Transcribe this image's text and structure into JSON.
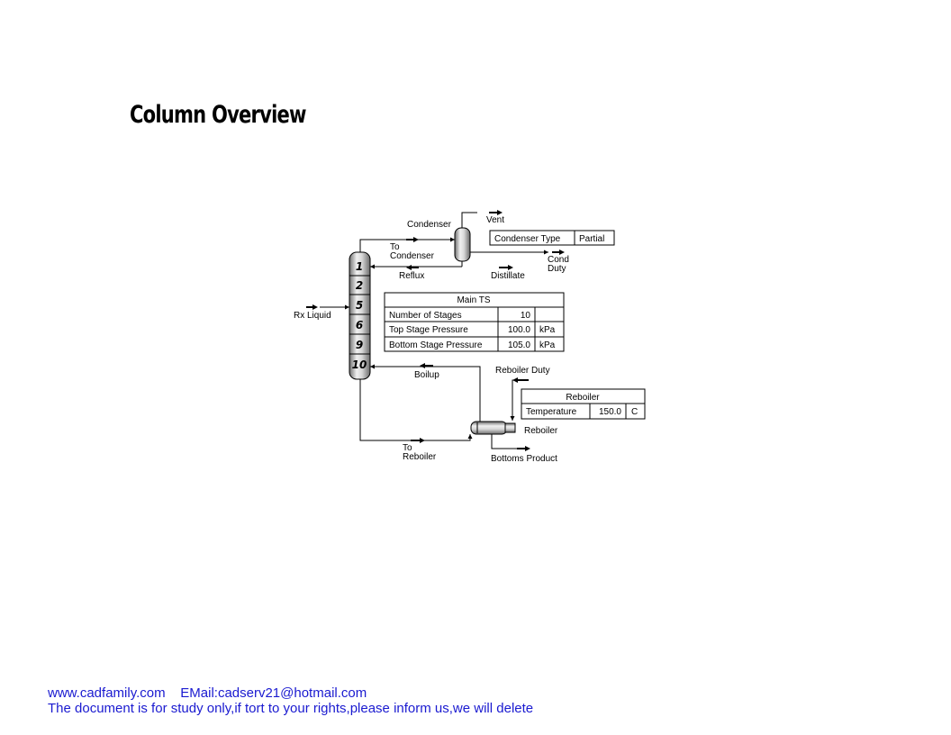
{
  "page": {
    "title": "Column Overview"
  },
  "diagram": {
    "labels": {
      "condenser": "Condenser",
      "vent": "Vent",
      "to_condenser_1": "To",
      "to_condenser_2": "Condenser",
      "reflux": "Reflux",
      "distillate": "Distillate",
      "cond_duty_1": "Cond",
      "cond_duty_2": "Duty",
      "rx_liquid": "Rx Liquid",
      "boilup": "Boilup",
      "reboiler_duty": "Reboiler Duty",
      "reboiler": "Reboiler",
      "to_reboiler_1": "To",
      "to_reboiler_2": "Reboiler",
      "bottoms_product": "Bottoms Product"
    },
    "stages": [
      "1",
      "2",
      "5",
      "6",
      "9",
      "10"
    ],
    "condenser_table": {
      "label": "Condenser Type",
      "value": "Partial"
    },
    "main_ts_table": {
      "header": "Main TS",
      "rows": [
        {
          "label": "Number of Stages",
          "value": "10",
          "unit": ""
        },
        {
          "label": "Top Stage Pressure",
          "value": "100.0",
          "unit": "kPa"
        },
        {
          "label": "Bottom Stage Pressure",
          "value": "105.0",
          "unit": "kPa"
        }
      ]
    },
    "reboiler_table": {
      "header": "Reboiler",
      "rows": [
        {
          "label": "Temperature",
          "value": "150.0",
          "unit": "C"
        }
      ]
    }
  },
  "footer": {
    "website": "www.cadfamily.com",
    "email": "EMail:cadserv21@hotmail.com",
    "notice": "The document is for study only,if tort to your rights,please inform us,we will delete"
  }
}
